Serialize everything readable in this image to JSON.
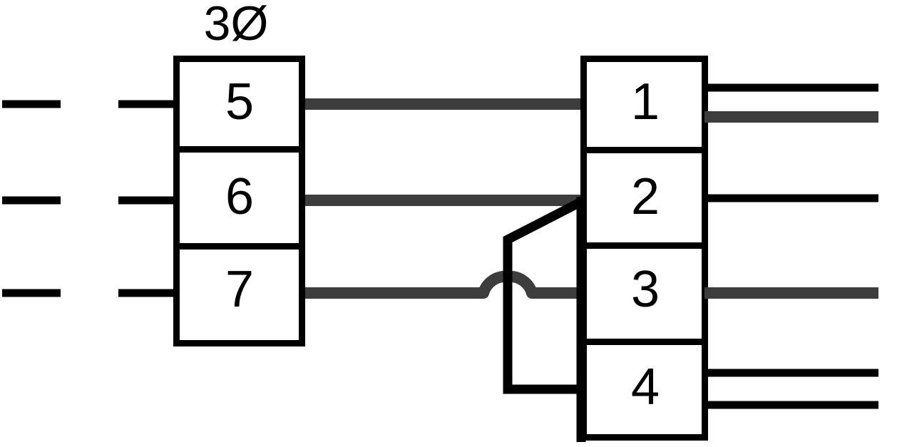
{
  "diagram": {
    "title_label": "3Ø",
    "colors": {
      "line_black": "#000000",
      "line_gray": "#3d3d3d",
      "box_fill": "#ffffff",
      "background": "#ffffff"
    },
    "left_block": {
      "name": "left-terminal-block",
      "cells": [
        {
          "label": "5"
        },
        {
          "label": "6"
        },
        {
          "label": "7"
        }
      ]
    },
    "right_block": {
      "name": "right-terminal-block",
      "cells": [
        {
          "label": "1"
        },
        {
          "label": "2"
        },
        {
          "label": "3"
        },
        {
          "label": "4"
        }
      ]
    },
    "connections": {
      "left_input_stubs": 3,
      "left_feed_lines": 3,
      "gray_links": [
        {
          "from": "5",
          "to": "1"
        },
        {
          "from": "6",
          "to": "2"
        },
        {
          "from": "7",
          "to": "3"
        }
      ],
      "jumper": {
        "from": "2",
        "to": "4",
        "style": "black-polyline"
      },
      "right_outputs": [
        {
          "cell": "1",
          "lines": 2,
          "colors": [
            "black",
            "gray"
          ]
        },
        {
          "cell": "2",
          "lines": 1,
          "colors": [
            "black"
          ]
        },
        {
          "cell": "3",
          "lines": 1,
          "colors": [
            "gray"
          ]
        },
        {
          "cell": "4",
          "lines": 2,
          "colors": [
            "black",
            "black"
          ]
        }
      ],
      "crossover_hop": {
        "on": "gray",
        "over": "black-polyline"
      }
    }
  }
}
